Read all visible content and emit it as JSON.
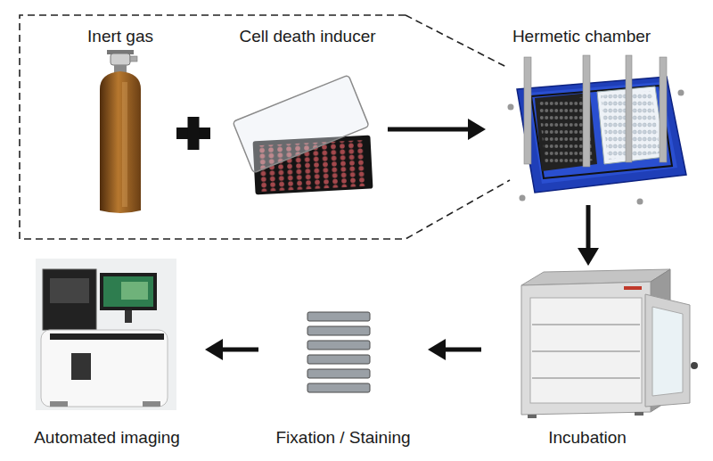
{
  "diagram": {
    "nodes": [
      {
        "text": [
          "Inert gas"
        ]
      },
      {
        "text": [
          "Cell death inducer"
        ]
      },
      {
        "text": [
          "Hermetic chamber"
        ]
      },
      {
        "text": [
          "Automated imaging"
        ]
      },
      {
        "text": [
          "Fixation / Staining"
        ]
      },
      {
        "text": [
          "Incubation"
        ]
      }
    ],
    "edges": [
      {
        "from": 1,
        "to": 2,
        "arrow": "to"
      },
      {
        "from": 2,
        "to": 5,
        "arrow": "to"
      },
      {
        "from": 5,
        "to": 4,
        "arrow": "to"
      },
      {
        "from": 4,
        "to": 3,
        "arrow": "to"
      }
    ]
  }
}
